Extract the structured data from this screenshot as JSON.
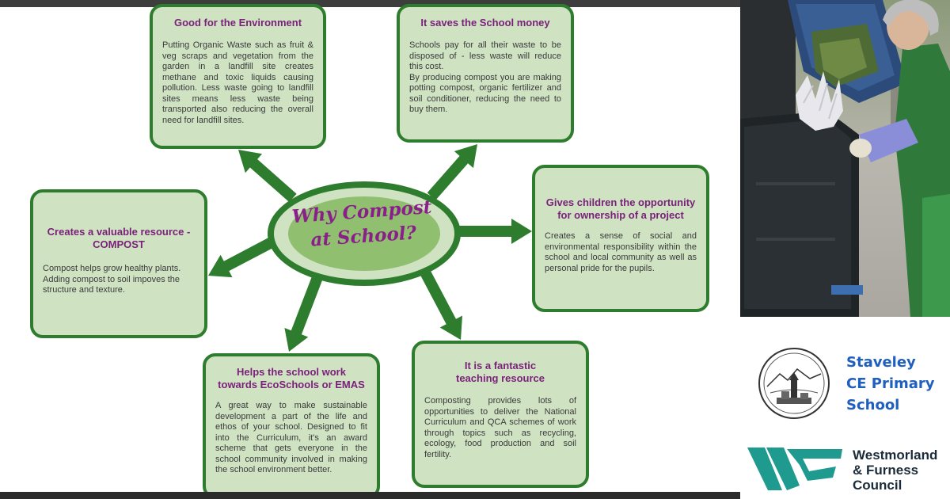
{
  "colors": {
    "card_fill": "#cfe3c3",
    "card_border": "#2e7d2e",
    "arrow": "#2e7d2e",
    "heading": "#7a1f7a",
    "hub_text": "#8a1f8a",
    "school_name": "#1f5fbf",
    "council_teal": "#1f9a8f",
    "council_text": "#1b2b3a"
  },
  "diagram": {
    "center_label": "Why Compost\nat School?",
    "cards": [
      {
        "id": "environment",
        "title": "Good for the Environment",
        "body": "Putting Organic Waste such as fruit & veg scraps and vegetation from the garden in a landfill site creates methane and toxic liquids causing pollution. Less waste going to landfill sites means less waste being transported also reducing the overall need for landfill sites."
      },
      {
        "id": "money",
        "title": "It saves the School money",
        "body": "Schools pay for all their waste to be disposed of - less waste will reduce this cost.\nBy producing compost you are making potting compost, organic fertilizer and soil conditioner, reducing the need to buy them."
      },
      {
        "id": "ownership",
        "title": "Gives children the opportunity\nfor ownership of a project",
        "body": "Creates a sense of social and environmental responsibility within the school and local community as well as personal pride for the pupils."
      },
      {
        "id": "resource",
        "title": "Creates a valuable resource -\nCOMPOST",
        "body": "Compost helps grow healthy plants.\nAdding compost to soil impoves the structure and texture."
      },
      {
        "id": "ecoschools",
        "title": "Helps the school work\ntowards EcoSchools or EMAS",
        "body": "A great way to make sustainable development a part of the life and ethos of your school. Designed to fit into the Curriculum, it's an award scheme that gets everyone in the school community involved in making the school environment better."
      },
      {
        "id": "teaching",
        "title": "It is a fantastic\nteaching resource",
        "body": "Composting provides lots of opportunities to deliver the National Curriculum and QCA schemes of work through topics such as recycling, ecology, food production and soil fertility."
      }
    ]
  },
  "branding": {
    "school_name": "Staveley\nCE Primary\nSchool",
    "council_name": "Westmorland\n& Furness\nCouncil"
  },
  "photo": {
    "subject_icon": "person-composting-icon"
  }
}
